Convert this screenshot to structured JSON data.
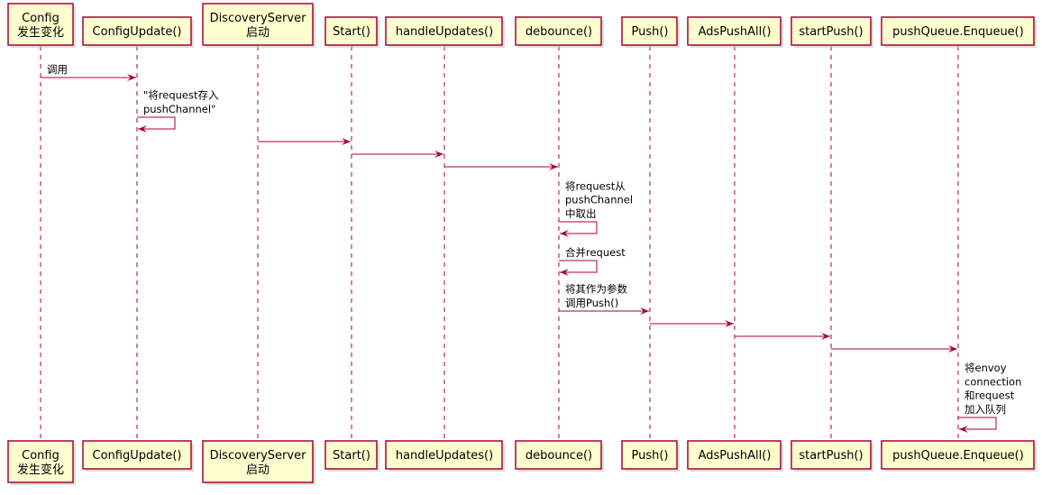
{
  "diagram": {
    "type": "sequence",
    "colors": {
      "box_fill": "#FEFECE",
      "line": "#A80036"
    },
    "participants": [
      {
        "id": "config",
        "lines": [
          "Config",
          "发生变化"
        ]
      },
      {
        "id": "configupdate",
        "lines": [
          "ConfigUpdate()"
        ]
      },
      {
        "id": "discoveryserver",
        "lines": [
          "DiscoveryServer",
          "启动"
        ]
      },
      {
        "id": "start",
        "lines": [
          "Start()"
        ]
      },
      {
        "id": "handleupdates",
        "lines": [
          "handleUpdates()"
        ]
      },
      {
        "id": "debounce",
        "lines": [
          "debounce()"
        ]
      },
      {
        "id": "push",
        "lines": [
          "Push()"
        ]
      },
      {
        "id": "adspushall",
        "lines": [
          "AdsPushAll()"
        ]
      },
      {
        "id": "startpush",
        "lines": [
          "startPush()"
        ]
      },
      {
        "id": "enqueue",
        "lines": [
          "pushQueue.Enqueue()"
        ]
      }
    ],
    "messages": [
      {
        "from": 0,
        "to": 1,
        "lines": [
          "调用"
        ]
      },
      {
        "from": 1,
        "to": 1,
        "lines": [
          "\"将request存入",
          "pushChannel\""
        ]
      },
      {
        "from": 2,
        "to": 3,
        "lines": []
      },
      {
        "from": 3,
        "to": 4,
        "lines": []
      },
      {
        "from": 4,
        "to": 5,
        "lines": []
      },
      {
        "from": 5,
        "to": 5,
        "lines": [
          "将request从",
          "pushChannel",
          "中取出"
        ]
      },
      {
        "from": 5,
        "to": 5,
        "lines": [
          "合并request"
        ]
      },
      {
        "from": 5,
        "to": 6,
        "lines": [
          "将其作为参数",
          "调用Push()"
        ]
      },
      {
        "from": 6,
        "to": 7,
        "lines": []
      },
      {
        "from": 7,
        "to": 8,
        "lines": []
      },
      {
        "from": 8,
        "to": 9,
        "lines": []
      },
      {
        "from": 9,
        "to": 9,
        "lines": [
          "将envoy",
          "connection",
          "和request",
          "加入队列"
        ]
      }
    ]
  }
}
